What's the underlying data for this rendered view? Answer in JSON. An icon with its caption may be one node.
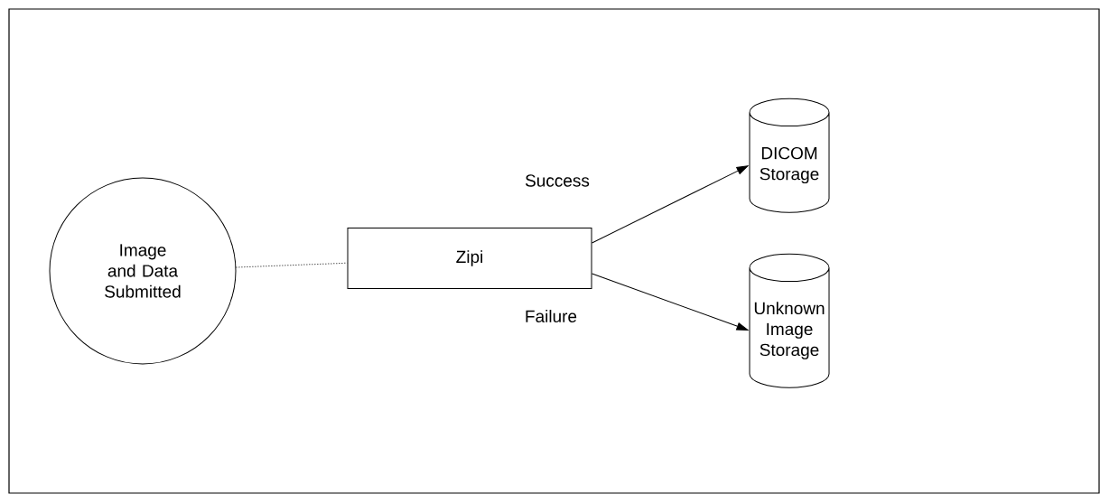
{
  "diagram": {
    "nodes": [
      {
        "text": [
          "Image and Data Submitted"
        ]
      },
      {
        "text": [
          "Zipi"
        ]
      },
      {
        "text": [
          "DICOM Storage"
        ]
      },
      {
        "text": [
          "Unknown Image Storage"
        ]
      }
    ],
    "edges": [
      {
        "from": 0,
        "to": 1,
        "arrow": "none",
        "style": "dashed"
      },
      {
        "from": 1,
        "to": 2,
        "arrow": "to",
        "label": "Success"
      },
      {
        "from": 1,
        "to": 3,
        "arrow": "to",
        "label": "Failure"
      }
    ]
  }
}
